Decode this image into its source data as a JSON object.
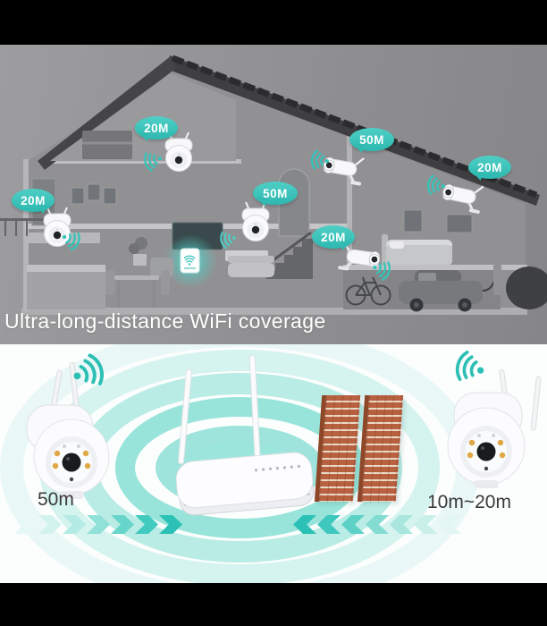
{
  "scene": {
    "title": "Ultra-long-distance WiFi coverage",
    "top_section": "house-cutaway-with-camera-coverage",
    "bottom_section": "camera-router-wall-penetration-range"
  },
  "badges": [
    {
      "label": "20M",
      "location": "attic-camera"
    },
    {
      "label": "20M",
      "location": "left-exterior-camera"
    },
    {
      "label": "50M",
      "location": "living-room-camera"
    },
    {
      "label": "50M",
      "location": "roof-right-camera"
    },
    {
      "label": "20M",
      "location": "right-exterior-camera"
    },
    {
      "label": "20M",
      "location": "garage-camera"
    }
  ],
  "range_labels": {
    "left_camera": "50m",
    "right_camera": "10m~20m"
  },
  "icons": {
    "wifi_signal": "dot-with-three-expanding-arcs",
    "chevron_right": "❯",
    "chevron_left": "❮"
  },
  "colors": {
    "accent_teal": "#3cc6bc",
    "ripple_teal": "#8adfd6",
    "brick": "#b86140",
    "letterbox": "#000000",
    "house_background": "#909092",
    "title_text": "#ffffff",
    "label_text": "#3a3a3a"
  }
}
